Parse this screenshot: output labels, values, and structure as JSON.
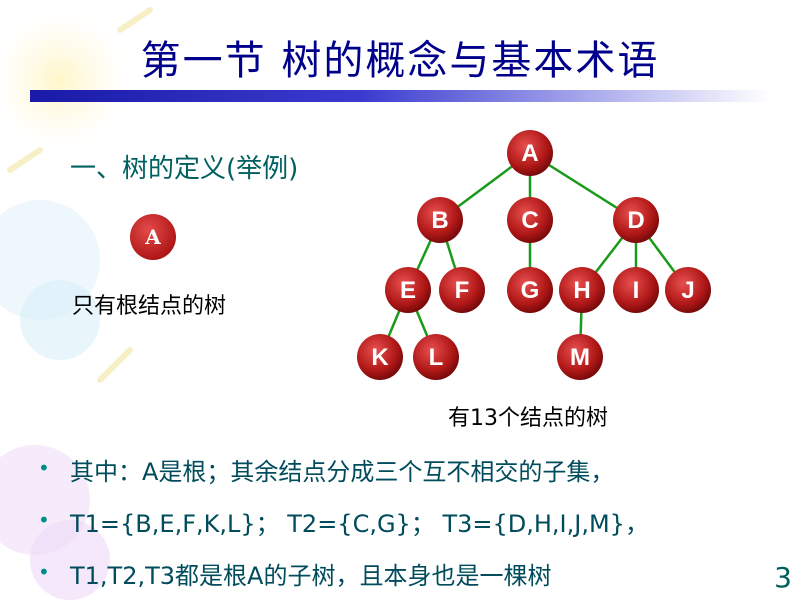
{
  "slide": {
    "title": "第一节   树的概念与基本术语",
    "subtitle": "一、树的定义(举例)",
    "single_node_label": "A",
    "single_node_caption": "只有根结点的树",
    "tree_caption": "有13个结点的树",
    "bullets": [
      "其中：A是根；其余结点分成三个互不相交的子集，",
      "T1={B,E,F,K,L}；  T2={C,G}；  T3={D,H,I,J,M}，",
      "T1,T2,T3都是根A的子树，且本身也是一棵树"
    ],
    "page_number": "3"
  },
  "tree": {
    "nodes": [
      "A",
      "B",
      "C",
      "D",
      "E",
      "F",
      "G",
      "H",
      "I",
      "J",
      "K",
      "L",
      "M"
    ],
    "edges": [
      [
        "A",
        "B"
      ],
      [
        "A",
        "C"
      ],
      [
        "A",
        "D"
      ],
      [
        "B",
        "E"
      ],
      [
        "B",
        "F"
      ],
      [
        "C",
        "G"
      ],
      [
        "D",
        "H"
      ],
      [
        "D",
        "I"
      ],
      [
        "D",
        "J"
      ],
      [
        "E",
        "K"
      ],
      [
        "E",
        "L"
      ],
      [
        "H",
        "M"
      ]
    ]
  },
  "colors": {
    "node_fill": "#b01818",
    "edge": "#1a9a1a",
    "title": "#00008b",
    "text_teal": "#006060"
  }
}
